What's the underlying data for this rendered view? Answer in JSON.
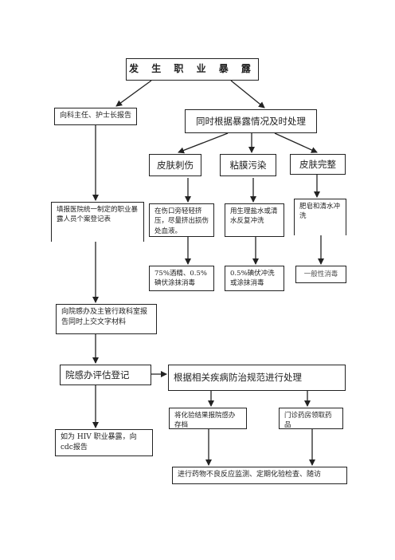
{
  "diagram": {
    "title": "发 生 职 业 暴 露",
    "nodes": {
      "report_head": "向科主任、护士长报告",
      "handle_immediately": "同时根据暴露情况及时处理",
      "skin_puncture": "皮肤刺伤",
      "mucosa_contamination": "粘膜污染",
      "skin_intact": "皮肤完整",
      "fill_form": "填报医院统一制定的职业暴露人员个案登记表",
      "puncture_step1": "在伤口旁轻轻挤压，尽量挤出损伤处血液。",
      "mucosa_step1": "用生理盐水或清水反复冲洗",
      "intact_step1": "肥皂和清水冲洗",
      "puncture_step2": "75%酒精、0.5%碘伏涂抹消毒",
      "mucosa_step2": "0.5%碘伏冲洗或涂抹消毒",
      "intact_step2": "一般性消毒",
      "report_office": "向院感办及主管行政科室报告同时上交文字材料",
      "evaluate_register": "院感办评估登记",
      "disease_handling": "根据相关疾病防治规范进行处理",
      "lab_archive": "将化验结果报院感办存档",
      "pharmacy": "门诊药房领取药品",
      "hiv_report": "如为 HIV 职业暴露，向cdc报告",
      "monitoring": "进行药物不良反应监测、定期化验检查、随访"
    }
  }
}
